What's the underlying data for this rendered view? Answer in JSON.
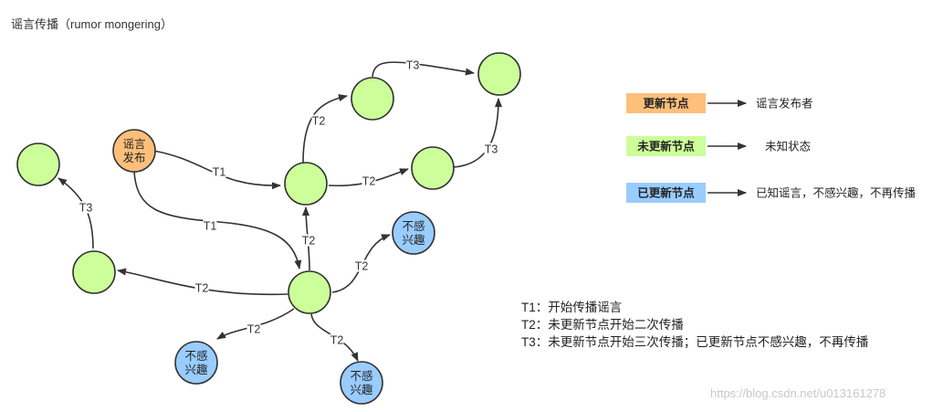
{
  "title": "谣言传播（rumor mongering）",
  "colors": {
    "source": "#fdbf7a",
    "not_updated": "#ccff99",
    "updated": "#99ccff",
    "stroke": "#333333"
  },
  "nodes": [
    {
      "id": "src",
      "type": "source",
      "label": [
        "谣言",
        "发布"
      ]
    },
    {
      "id": "nA",
      "type": "not_updated",
      "label": []
    },
    {
      "id": "nB",
      "type": "not_updated",
      "label": []
    },
    {
      "id": "nC",
      "type": "not_updated",
      "label": []
    },
    {
      "id": "nD",
      "type": "not_updated",
      "label": []
    },
    {
      "id": "nE",
      "type": "not_updated",
      "label": []
    },
    {
      "id": "nF",
      "type": "not_updated",
      "label": []
    },
    {
      "id": "nG",
      "type": "not_updated",
      "label": []
    },
    {
      "id": "b1",
      "type": "updated",
      "label": [
        "不感",
        "兴趣"
      ]
    },
    {
      "id": "b2",
      "type": "updated",
      "label": [
        "不感",
        "兴趣"
      ]
    },
    {
      "id": "b3",
      "type": "updated",
      "label": [
        "不感",
        "兴趣"
      ]
    }
  ],
  "edges": [
    {
      "from": "src",
      "to": "nA",
      "label": "T1"
    },
    {
      "from": "src",
      "to": "nB",
      "label": "T1"
    },
    {
      "from": "nB",
      "to": "nA",
      "label": "T2"
    },
    {
      "from": "nA",
      "to": "nC",
      "label": "T2"
    },
    {
      "from": "nA",
      "to": "nE",
      "label": "T2"
    },
    {
      "from": "nC",
      "to": "nD",
      "label": "T3"
    },
    {
      "from": "nE",
      "to": "nD",
      "label": "T3"
    },
    {
      "from": "nB",
      "to": "nG",
      "label": "T2"
    },
    {
      "from": "nG",
      "to": "nF",
      "label": "T3"
    },
    {
      "from": "nB",
      "to": "b1",
      "label": "T2"
    },
    {
      "from": "nB",
      "to": "b2",
      "label": "T2"
    },
    {
      "from": "nB",
      "to": "b3",
      "label": "T2"
    }
  ],
  "legend": [
    {
      "type": "source",
      "label": "更新节点",
      "desc": "谣言发布者"
    },
    {
      "type": "not_updated",
      "label": "未更新节点",
      "desc": "未知状态"
    },
    {
      "type": "updated",
      "label": "已更新节点",
      "desc": "已知谣言，不感兴趣，不再传播"
    }
  ],
  "notes": [
    "T1：开始传播谣言",
    "T2：未更新节点开始二次传播",
    "T3：未更新节点开始三次传播；已更新节点不感兴趣，不再传播"
  ],
  "watermark": "https://blog.csdn.net/u013161278"
}
